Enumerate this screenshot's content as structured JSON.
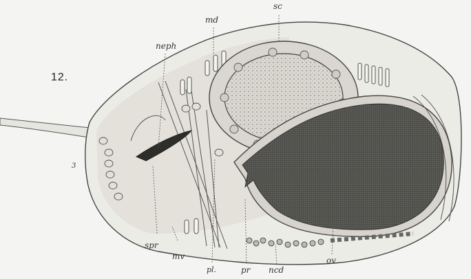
{
  "figure": {
    "number": "12.",
    "labels": {
      "sc": "sc",
      "md": "md",
      "neph": "neph",
      "three": "3",
      "spr": "spr",
      "mv": "mv",
      "pl": "pl.",
      "pr": "pr",
      "ncd": "ncd",
      "ov": "ov"
    }
  },
  "colors": {
    "background": "#f4f4f2",
    "outline": "#444444",
    "tissue_shade": "#dcdcd6",
    "ovary_fill": "#5a5a55",
    "sac_fill": "#e9e8e2"
  }
}
